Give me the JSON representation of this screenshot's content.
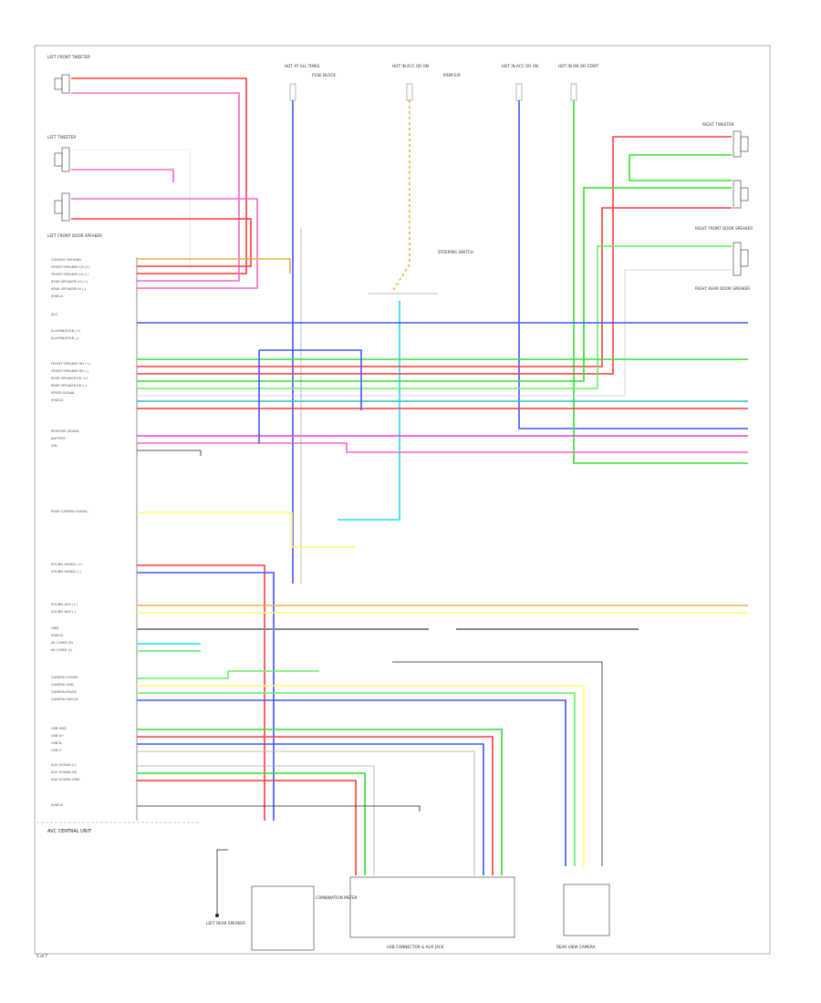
{
  "diagram": {
    "colors": {
      "red": "#ff3b3b",
      "pink": "#ff66cc",
      "magenta": "#e040e0",
      "green": "#33dd33",
      "lightgreen": "#66ee66",
      "blue": "#4455ff",
      "cyan": "#22ddee",
      "teal": "#33bbbb",
      "yellow": "#ffff66",
      "orange": "#f0b040",
      "gray": "#aaaaaa",
      "black": "#222222"
    },
    "labels": {
      "left_front_tweeter": "LEFT FRONT TWEETER",
      "left_tweeter": "LEFT TWEETER",
      "left_front_door_speaker": "LEFT FRONT DOOR SPEAKER",
      "right_tweeter": "RIGHT TWEETER",
      "right_front_door_speaker": "RIGHT FRONT DOOR SPEAKER",
      "right_rear_door_speaker": "RIGHT REAR DOOR SPEAKER",
      "avc_central_unit": "AVC CENTRAL UNIT",
      "usb_connector": "USB CONNECTOR & AUX JACK",
      "rear_view_camera": "REAR VIEW CAMERA",
      "left_rear_speaker": "LEFT REAR SPEAKER",
      "hot_at_all_times_1": "HOT AT ALL TIMES",
      "hot_at_all_times_2": "HOT IN ACC OR ON",
      "hot_at_all_times_3": "HOT IN ACC OR ON",
      "hot_at_all_times_4": "HOT IN ON OR START",
      "fuse_block": "FUSE BLOCK",
      "ipdm": "IPDM E/R",
      "steering_switch": "STEERING SWITCH",
      "combination_meter": "COMBINATION METER",
      "page": "5 of 7"
    },
    "left_pins": [
      "CHASSIS GROUND",
      "FRONT SPEAKER LH (+)",
      "FRONT SPEAKER LH (-)",
      "REAR SPEAKER LH (+)",
      "REAR SPEAKER LH (-)",
      "SHIELD",
      "ACC",
      "ILLUMINATION (+)",
      "ILLUMINATION (-)",
      "FRONT SPEAKER RH (+)",
      "FRONT SPEAKER RH (-)",
      "REAR SPEAKER RH (+)",
      "REAR SPEAKER RH (-)",
      "SPEED SIGNAL",
      "SHIELD",
      "REVERSE SIGNAL",
      "BATTERY",
      "IGN",
      "REAR CAMERA SIGNAL",
      "SOUND SIGNAL (+)",
      "SOUND SIGNAL (-)",
      "SOUND AUX (+)",
      "SOUND AUX (-)",
      "GND",
      "SHIELD",
      "AV COMM (H)",
      "AV COMM (L)",
      "CAMERA POWER",
      "CAMERA GND",
      "CAMERA IMAGE",
      "CAMERA SHIELD",
      "USB GND",
      "USB D+",
      "USB D-",
      "USB V",
      "AUX SOUND (L)",
      "AUX SOUND (R)",
      "AUX SOUND GND",
      "SHIELD"
    ]
  }
}
